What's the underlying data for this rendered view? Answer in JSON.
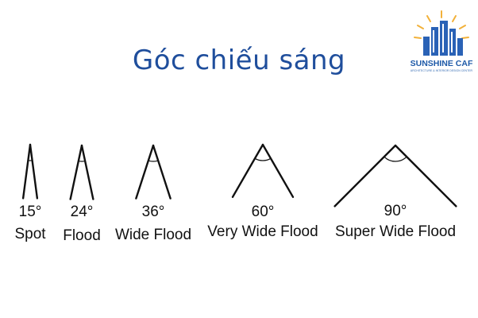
{
  "title": "Góc chiếu sáng",
  "logo": {
    "name": "SUNSHINE CAF",
    "subtitle": "ARCHITECTURE & INTERIOR DESIGN CENTER",
    "icon": "city-buildings-sun-icon",
    "colors": {
      "buildings": "#2a62b6",
      "sun": "#f2b13a"
    }
  },
  "beams": [
    {
      "angle_deg": 15,
      "angle_label": "15°",
      "name": "Spot"
    },
    {
      "angle_deg": 24,
      "angle_label": "24°",
      "name": "Flood"
    },
    {
      "angle_deg": 36,
      "angle_label": "36°",
      "name": "Wide Flood"
    },
    {
      "angle_deg": 60,
      "angle_label": "60°",
      "name": "Very Wide Flood"
    },
    {
      "angle_deg": 90,
      "angle_label": "90°",
      "name": "Super Wide Flood"
    }
  ],
  "colors": {
    "title": "#1f4e9c",
    "lines": "#111111",
    "text": "#111111"
  }
}
